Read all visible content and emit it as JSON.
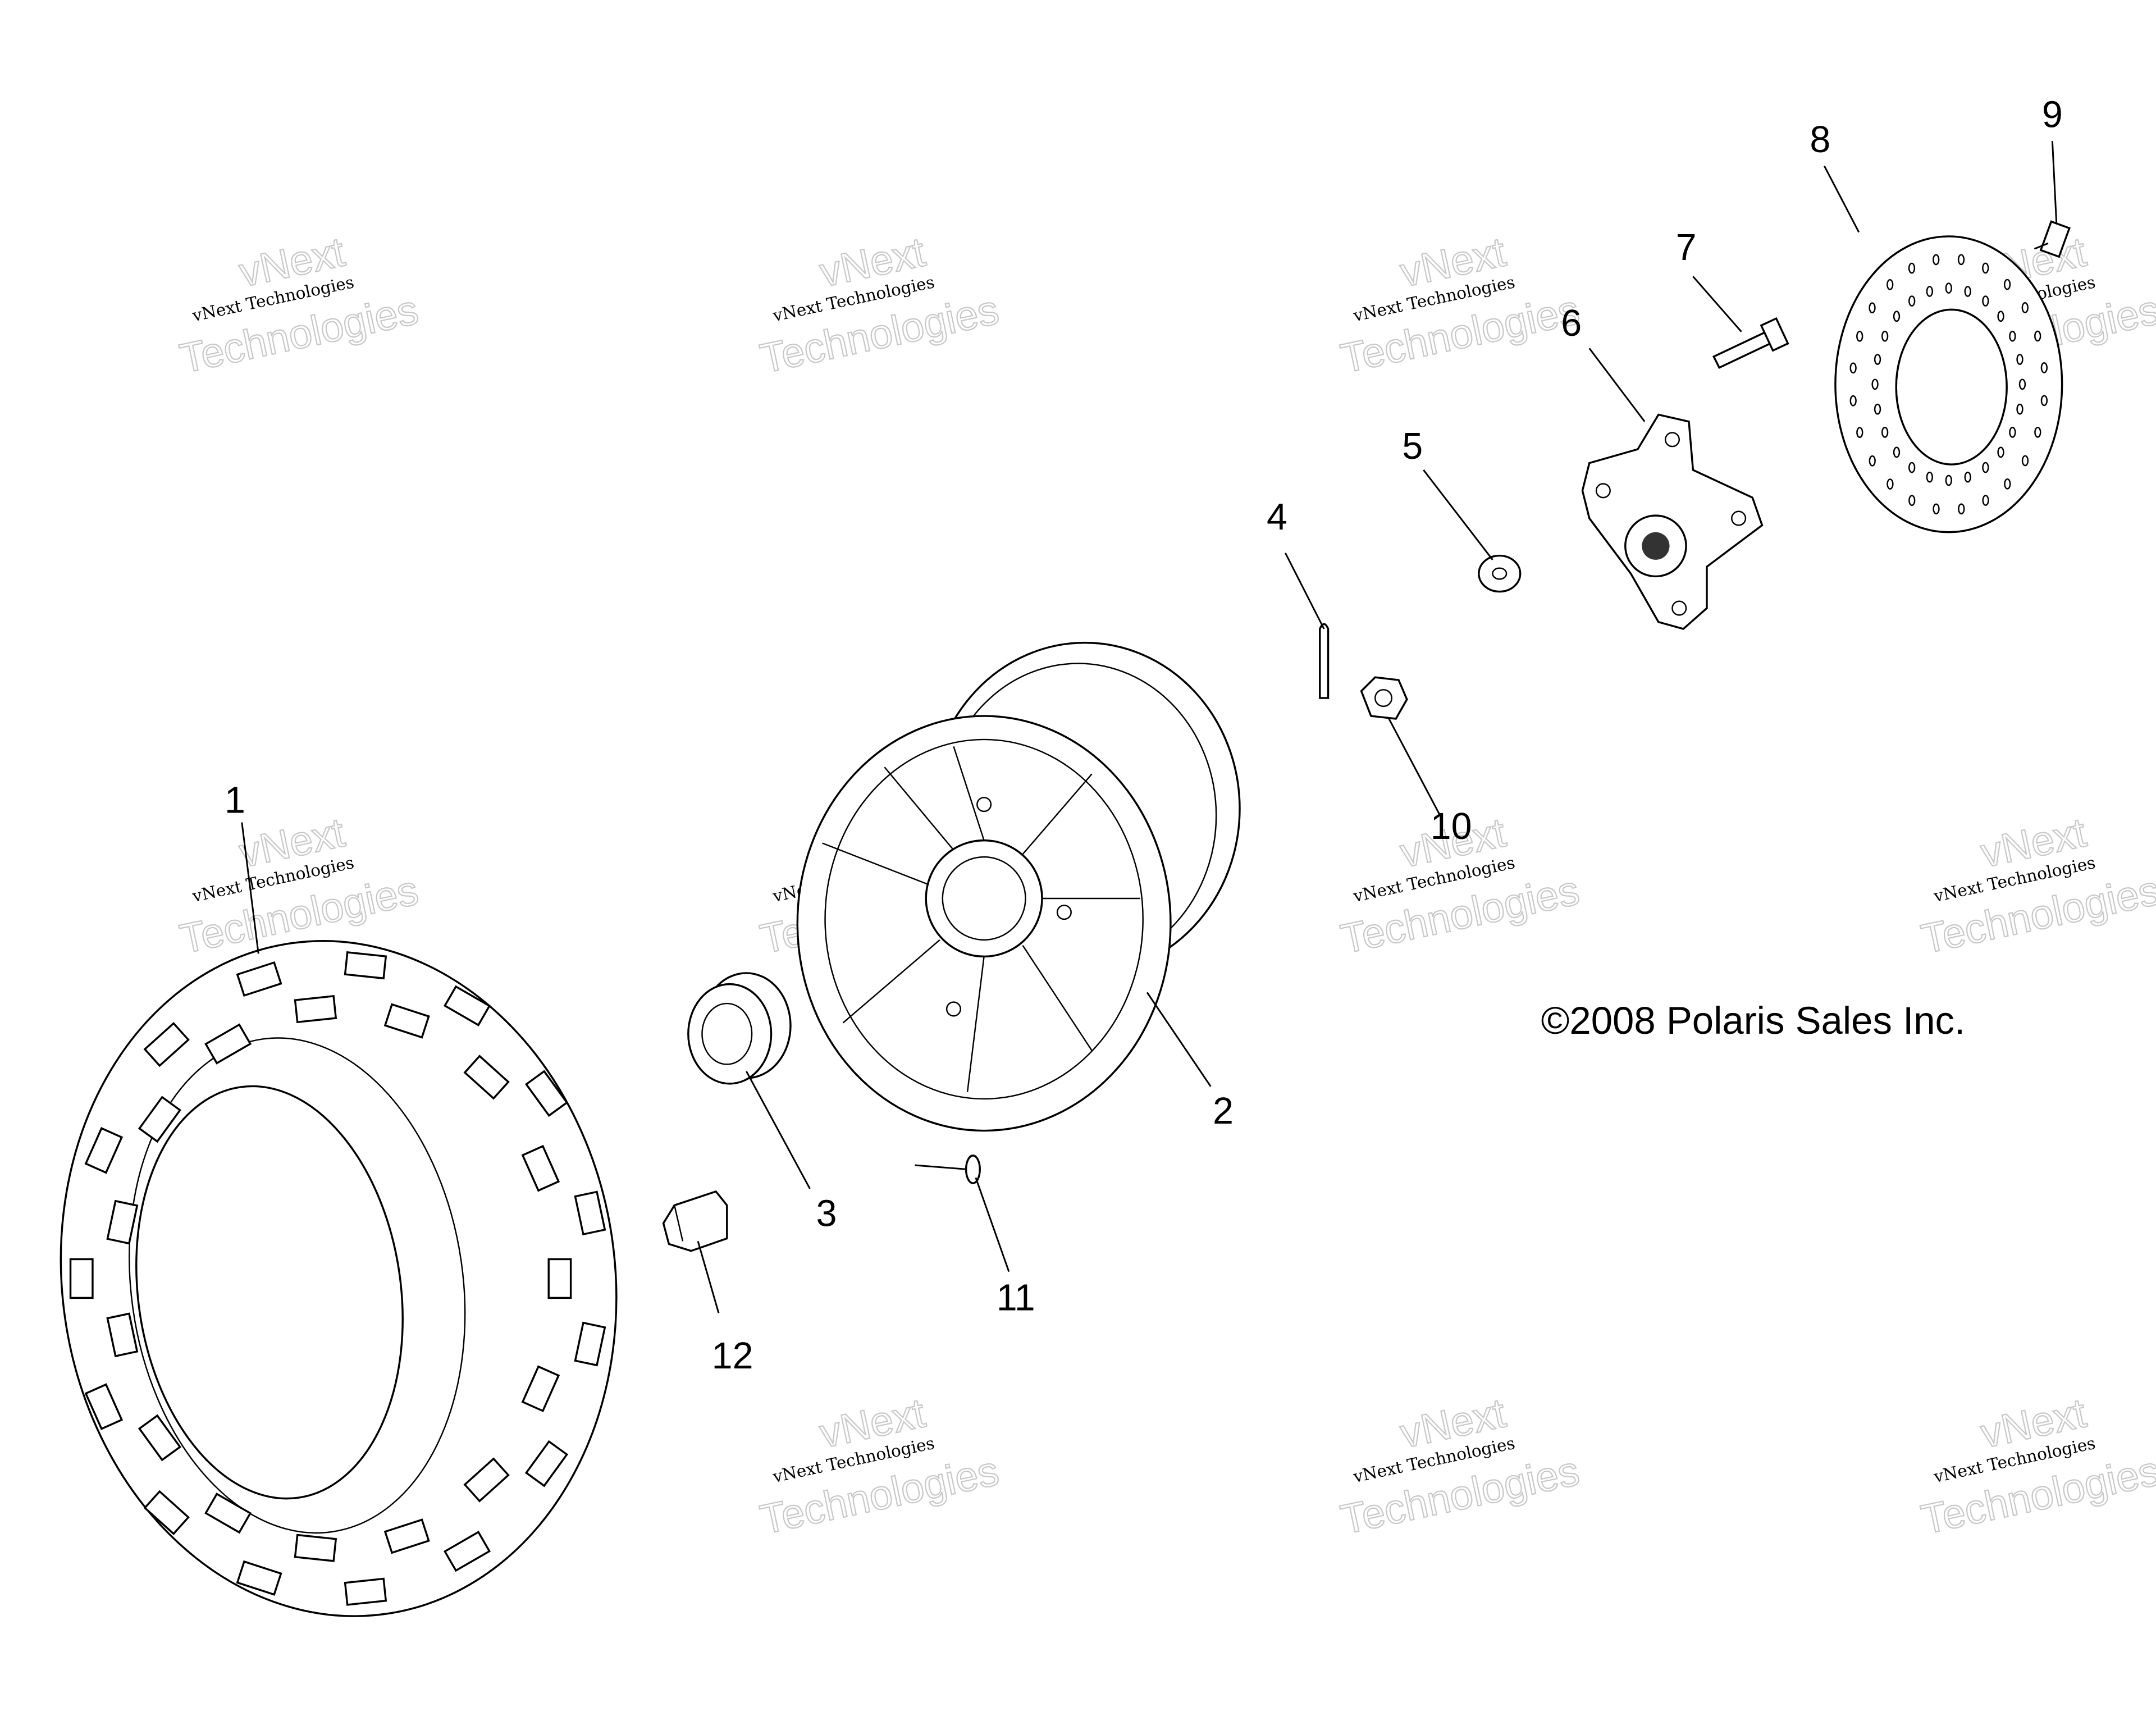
{
  "diagram": {
    "copyright": "©2008 Polaris Sales Inc.",
    "watermark": {
      "small": "vNext Technologies",
      "big_line1": "vNext",
      "big_line2": "Technologies"
    },
    "callouts": [
      {
        "label": "1",
        "part": "tire"
      },
      {
        "label": "2",
        "part": "wheel"
      },
      {
        "label": "3",
        "part": "hub-cap"
      },
      {
        "label": "4",
        "part": "cotter-pin"
      },
      {
        "label": "5",
        "part": "washer"
      },
      {
        "label": "6",
        "part": "wheel-hub"
      },
      {
        "label": "7",
        "part": "wheel-stud"
      },
      {
        "label": "8",
        "part": "brake-disc"
      },
      {
        "label": "9",
        "part": "disc-bolt"
      },
      {
        "label": "10",
        "part": "castle-nut"
      },
      {
        "label": "11",
        "part": "valve-stem"
      },
      {
        "label": "12",
        "part": "lug-nut"
      }
    ]
  }
}
